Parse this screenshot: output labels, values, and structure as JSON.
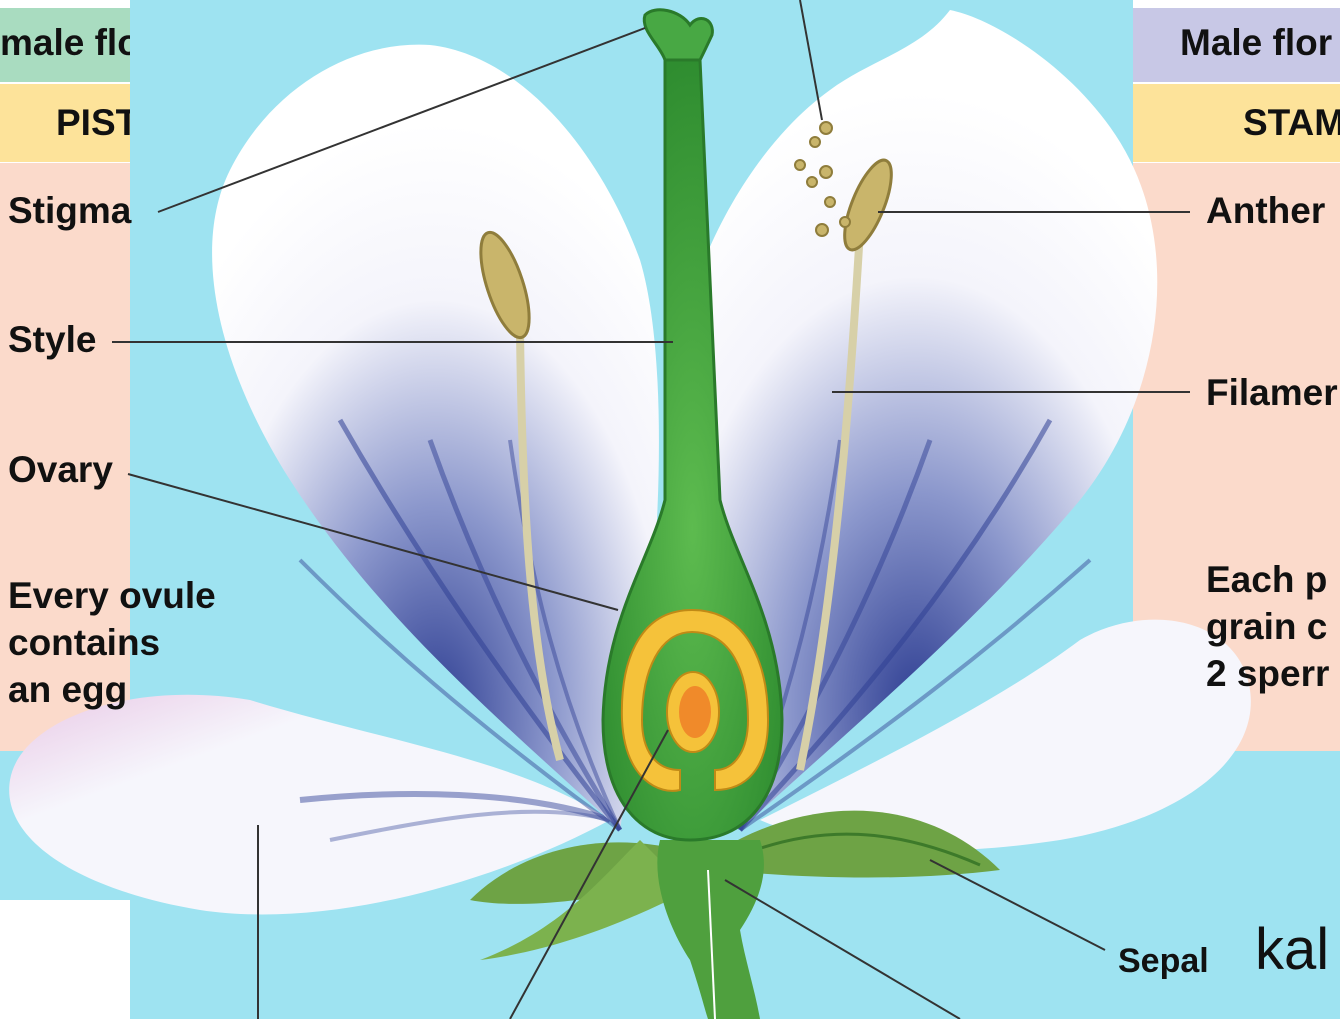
{
  "diagram": {
    "left_panel": {
      "header": "male floral parts",
      "subheader": "PISTIL",
      "labels": {
        "stigma": "Stigma",
        "style": "Style",
        "ovary": "Ovary",
        "ovule_line1": "Every ovule",
        "ovule_line2": "contains",
        "ovule_line3": "an egg"
      }
    },
    "right_panel": {
      "header": "Male flor",
      "subheader": "STAM",
      "labels": {
        "anther": "Anther",
        "filament": "Filamer",
        "pollen_line1": "Each p",
        "pollen_line2": "grain c",
        "pollen_line3": "2 sperr"
      }
    },
    "sepal_label": "Sepal",
    "extra_text": "kal"
  },
  "colors": {
    "background": "#9ee3f1",
    "left_header": "#a9dcc0",
    "right_header": "#c8c8e6",
    "subheader": "#fde39a",
    "panel": "#fbdacb",
    "petal": "#f1f1fa",
    "petal_vein": "#3a4a9c",
    "pistil": "#3fa33a",
    "ovule_ring": "#f5c23a",
    "stamen": "#c9b56b",
    "sepal": "#6ea345"
  }
}
